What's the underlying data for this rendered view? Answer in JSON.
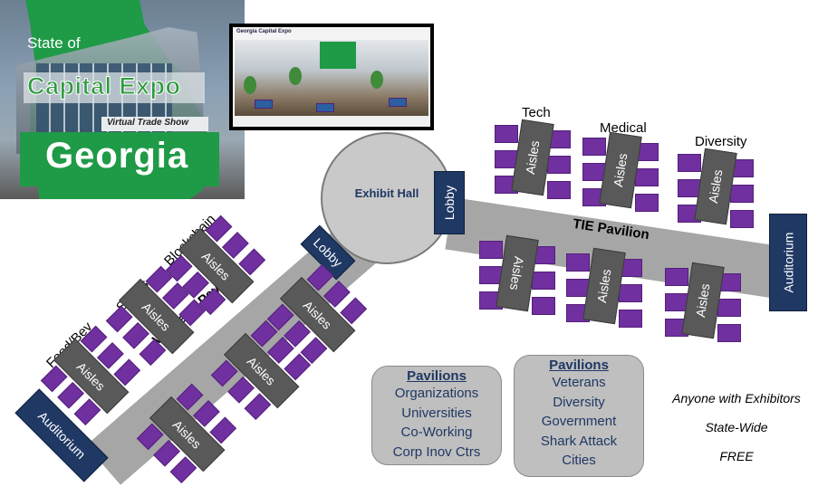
{
  "logo": {
    "state_of": "State of",
    "capital_expo": "Capital Expo",
    "virtual_trade_show": "Virtual Trade Show",
    "georgia": "Georgia"
  },
  "thumbnail": {
    "title": "Georgia Capital Expo"
  },
  "exhibit_hall": {
    "label": "Exhibit Hall"
  },
  "lobbies": {
    "tie": "Lobby",
    "veterans": "Lobby"
  },
  "auditoriums": {
    "tie": "Auditorium",
    "veterans": "Auditorium"
  },
  "tie_pavilion": {
    "label": "TIE Pavilion",
    "categories": [
      "Tech",
      "Medical",
      "Diversity"
    ]
  },
  "veterans_pavilion": {
    "label": "Veterans Pavilion",
    "categories": [
      "Food/Bev",
      "Sports",
      "Blockchain"
    ]
  },
  "aisle_label": "Aisles",
  "pavilion_boxes": [
    {
      "heading": "Pavilions",
      "items": [
        "Organizations",
        "Universities",
        "Co-Working",
        "Corp Inov Ctrs"
      ]
    },
    {
      "heading": "Pavilions",
      "items": [
        "Veterans",
        "Diversity",
        "Government",
        "Shark Attack",
        "Cities"
      ]
    }
  ],
  "notes": [
    "Anyone with Exhibitors",
    "State-Wide",
    "FREE"
  ],
  "colors": {
    "booth": "#7030a0",
    "aisle": "#595959",
    "walkway": "#a6a6a6",
    "navy": "#1f3864",
    "green": "#1f9a47"
  }
}
